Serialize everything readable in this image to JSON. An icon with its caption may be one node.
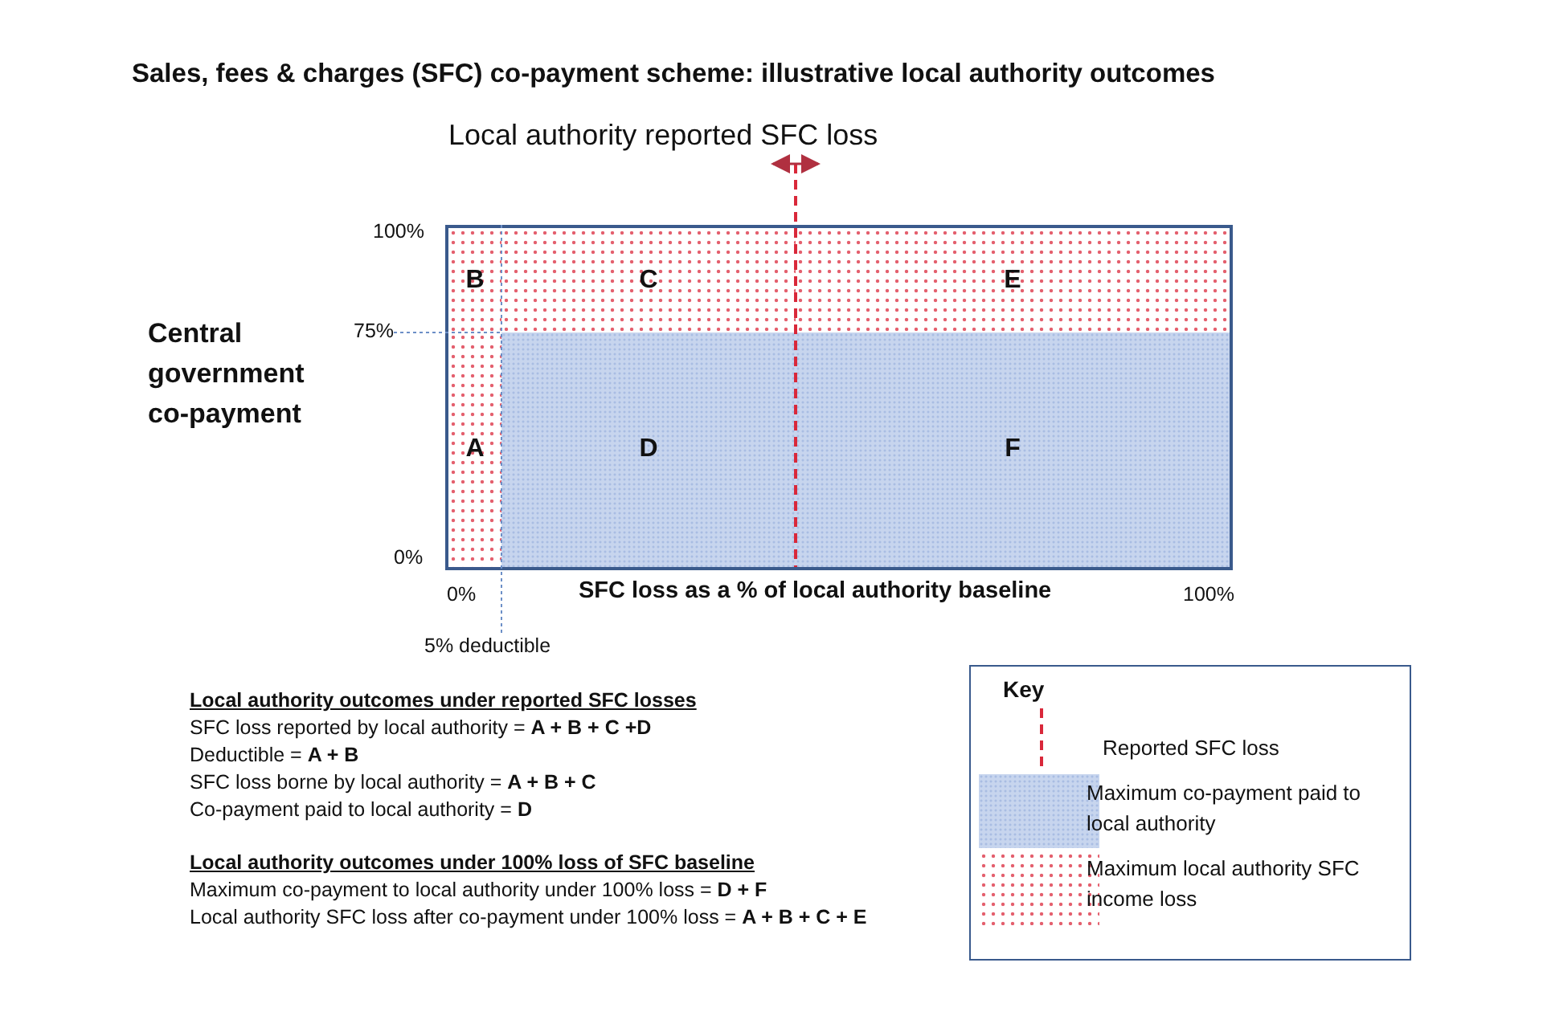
{
  "diagram": {
    "title": "Sales, fees & charges (SFC) co-payment scheme: illustrative local authority outcomes",
    "nodes": [
      {
        "text": [
          "B"
        ]
      },
      {
        "text": [
          "A"
        ]
      },
      {
        "text": [
          "C"
        ]
      },
      {
        "text": [
          "D"
        ]
      },
      {
        "text": [
          "E"
        ]
      },
      {
        "text": [
          "F"
        ]
      }
    ],
    "edges": [],
    "labels": [
      "Local authority reported SFC loss",
      "100%",
      "75%",
      "0%",
      "Central government co-payment",
      "0%",
      "SFC loss as a % of local authority baseline",
      "100%",
      "5% deductible",
      "Local authority outcomes under reported SFC losses",
      "SFC loss reported by local authority = **A + B + C +D**",
      "Deductible = **A + B**",
      "SFC loss borne by local authority = **A + B + C**",
      "Co-payment paid to local authority = **D**",
      "Local authority outcomes under 100% loss of SFC baseline",
      "Maximum co-payment to local authority under 100% loss = **D + F**",
      "Local authority SFC loss after co-payment under 100% loss = **A + B + C + E**",
      "Key"
    ],
    "legend": [
      {
        "text": "Reported SFC loss"
      },
      {
        "text": "Maximum co-payment paid to local authority",
        "color": "#c7d5ee"
      },
      {
        "text": "Maximum local authority SFC income loss",
        "color": "#e4606e"
      }
    ]
  }
}
